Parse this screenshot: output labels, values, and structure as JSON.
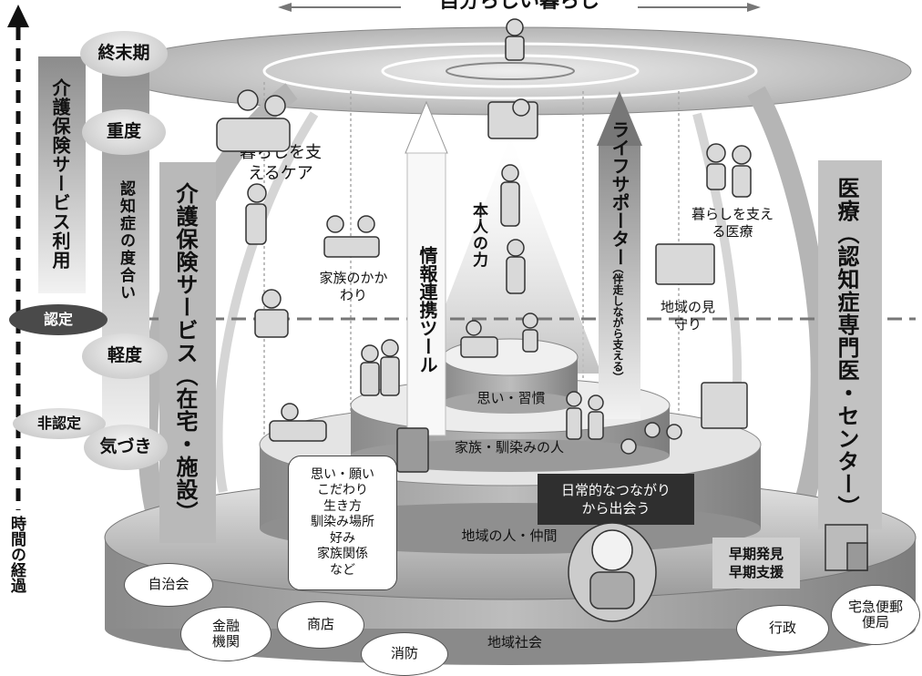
{
  "title_top": "自分らしい暮らし",
  "time_axis_label": "時間の経過",
  "stages": {
    "terminal": "終末期",
    "severe": "重度",
    "mild": "軽度",
    "awareness": "気づき",
    "certified": "認定",
    "non_certified": "非認定"
  },
  "left_bars": {
    "care_insurance_use": "介護保険サービス利用",
    "dementia_degree": "認知症の度合い",
    "care_insurance_service": "介護保険サービス（在宅・施設）"
  },
  "right_bar": "医療（認知症専門医・センター）",
  "center": {
    "info_tool": "情報連携ツール",
    "life_supporter": "ライフサポーター",
    "life_supporter_sub": "（伴走しながら支える）",
    "own_power": "本人の力"
  },
  "labels": {
    "care_support": "暮らしを支えるケア",
    "family_involvement": "家族のかかわり",
    "medical_support": "暮らしを支える医療",
    "community_watch": "地域の見守り"
  },
  "tiers": {
    "thoughts_habits": "思い・習慣",
    "family_familiar": "家族・馴染みの人",
    "community_people": "地域の人・仲間",
    "society": "地域社会"
  },
  "daily_connection": "日常的なつながりから出会う",
  "info_items": [
    "思い・願い",
    "こだわり",
    "生き方",
    "馴染み場所",
    "好み",
    "家族関係",
    "など"
  ],
  "early": [
    "早期発見",
    "早期支援"
  ],
  "community_orgs": {
    "residents_assoc": "自治会",
    "finance": "金融機関",
    "shops": "商店",
    "fire": "消防",
    "government": "行政",
    "delivery": "宅急便郵便局"
  }
}
